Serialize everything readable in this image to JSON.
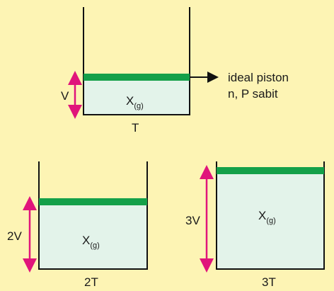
{
  "colors": {
    "background": "#fdf4b4",
    "gas_fill": "#e3f3ea",
    "piston": "#14a049",
    "arrow_magenta": "#e0157b",
    "wall": "#111111"
  },
  "icons": {
    "pointer_arrow": "right-arrow-icon",
    "double_arrow": "double-headed-arrow-icon"
  },
  "top": {
    "volume_label": "V",
    "gas_label_main": "X",
    "gas_label_sub": "(g)",
    "temperature_label": "T",
    "annotation_line1": "ideal piston",
    "annotation_line2": "n, P sabit"
  },
  "bottom_left": {
    "volume_label": "2V",
    "gas_label_main": "X",
    "gas_label_sub": "(g)",
    "temperature_label": "2T"
  },
  "bottom_right": {
    "volume_label": "3V",
    "gas_label_main": "X",
    "gas_label_sub": "(g)",
    "temperature_label": "3T"
  }
}
